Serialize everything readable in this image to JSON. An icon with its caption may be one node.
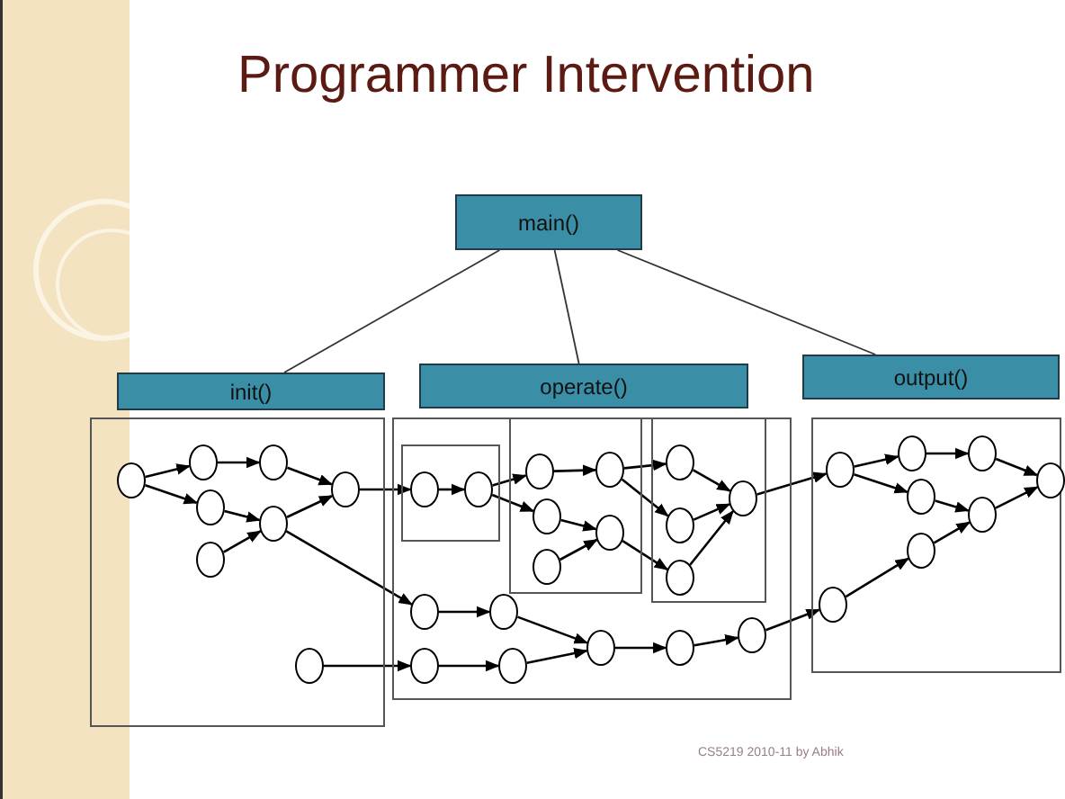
{
  "diagram": {
    "title": "Programmer Intervention",
    "nodes": [
      {
        "text": [
          "main()"
        ]
      },
      {
        "text": [
          "init()"
        ]
      },
      {
        "text": [
          "operate()"
        ]
      },
      {
        "text": [
          "output()"
        ]
      },
      {
        "text": [],
        "shape": "box"
      },
      {
        "text": [],
        "shape": "circle",
        "in": 4
      },
      {
        "text": [],
        "shape": "circle",
        "in": 4
      },
      {
        "text": [],
        "shape": "circle",
        "in": 4
      },
      {
        "text": [],
        "shape": "circle",
        "in": 4
      },
      {
        "text": [],
        "shape": "circle",
        "in": 4
      },
      {
        "text": [],
        "shape": "circle",
        "in": 4
      },
      {
        "text": [],
        "shape": "circle",
        "in": 4
      },
      {
        "text": [],
        "shape": "circle",
        "in": 4
      },
      {
        "text": [],
        "shape": "box"
      },
      {
        "text": [],
        "shape": "box",
        "in": 13
      },
      {
        "text": [],
        "shape": "circle",
        "in": 14
      },
      {
        "text": [],
        "shape": "circle",
        "in": 14
      },
      {
        "text": [],
        "shape": "box",
        "in": 13
      },
      {
        "text": [],
        "shape": "circle",
        "in": 17
      },
      {
        "text": [],
        "shape": "circle",
        "in": 17
      },
      {
        "text": [],
        "shape": "circle",
        "in": 17
      },
      {
        "text": [],
        "shape": "circle",
        "in": 17
      },
      {
        "text": [],
        "shape": "circle",
        "in": 17
      },
      {
        "text": [],
        "shape": "box",
        "in": 13
      },
      {
        "text": [],
        "shape": "circle",
        "in": 23
      },
      {
        "text": [],
        "shape": "circle",
        "in": 23
      },
      {
        "text": [],
        "shape": "circle",
        "in": 23
      },
      {
        "text": [],
        "shape": "circle",
        "in": 23
      },
      {
        "text": [],
        "shape": "circle",
        "in": 13
      },
      {
        "text": [],
        "shape": "circle",
        "in": 13
      },
      {
        "text": [],
        "shape": "circle",
        "in": 13
      },
      {
        "text": [],
        "shape": "circle",
        "in": 13
      },
      {
        "text": [],
        "shape": "circle",
        "in": 13
      },
      {
        "text": [],
        "shape": "circle",
        "in": 13
      },
      {
        "text": [],
        "shape": "circle",
        "in": 13
      },
      {
        "text": [],
        "shape": "box"
      },
      {
        "text": [],
        "shape": "circle",
        "in": 35
      },
      {
        "text": [],
        "shape": "circle",
        "in": 35
      },
      {
        "text": [],
        "shape": "circle",
        "in": 35
      },
      {
        "text": [],
        "shape": "circle",
        "in": 35
      },
      {
        "text": [],
        "shape": "circle",
        "in": 35
      },
      {
        "text": [],
        "shape": "circle",
        "in": 35
      },
      {
        "text": [],
        "shape": "circle",
        "in": 35
      },
      {
        "text": [],
        "shape": "circle",
        "in": 35
      }
    ],
    "edges": [
      {
        "from": 0,
        "to": 1,
        "arrow": "none"
      },
      {
        "from": 0,
        "to": 2,
        "arrow": "none"
      },
      {
        "from": 0,
        "to": 3,
        "arrow": "none"
      },
      {
        "from": 5,
        "to": 6,
        "arrow": "to"
      },
      {
        "from": 5,
        "to": 8,
        "arrow": "to"
      },
      {
        "from": 6,
        "to": 7,
        "arrow": "to"
      },
      {
        "from": 7,
        "to": 11,
        "arrow": "to"
      },
      {
        "from": 8,
        "to": 9,
        "arrow": "to"
      },
      {
        "from": 10,
        "to": 9,
        "arrow": "to"
      },
      {
        "from": 9,
        "to": 11,
        "arrow": "to"
      },
      {
        "from": 11,
        "to": 15,
        "arrow": "to"
      },
      {
        "from": 9,
        "to": 28,
        "arrow": "to"
      },
      {
        "from": 12,
        "to": 30,
        "arrow": "to"
      },
      {
        "from": 15,
        "to": 16,
        "arrow": "to"
      },
      {
        "from": 16,
        "to": 18,
        "arrow": "to"
      },
      {
        "from": 16,
        "to": 20,
        "arrow": "to"
      },
      {
        "from": 18,
        "to": 19,
        "arrow": "to"
      },
      {
        "from": 20,
        "to": 21,
        "arrow": "to"
      },
      {
        "from": 22,
        "to": 21,
        "arrow": "to"
      },
      {
        "from": 19,
        "to": 24,
        "arrow": "to"
      },
      {
        "from": 19,
        "to": 25,
        "arrow": "to"
      },
      {
        "from": 21,
        "to": 26,
        "arrow": "to"
      },
      {
        "from": 24,
        "to": 27,
        "arrow": "to"
      },
      {
        "from": 25,
        "to": 27,
        "arrow": "to"
      },
      {
        "from": 26,
        "to": 27,
        "arrow": "to"
      },
      {
        "from": 27,
        "to": 36,
        "arrow": "to"
      },
      {
        "from": 28,
        "to": 29,
        "arrow": "to"
      },
      {
        "from": 29,
        "to": 32,
        "arrow": "to"
      },
      {
        "from": 30,
        "to": 31,
        "arrow": "to"
      },
      {
        "from": 31,
        "to": 32,
        "arrow": "to"
      },
      {
        "from": 32,
        "to": 33,
        "arrow": "to"
      },
      {
        "from": 33,
        "to": 34,
        "arrow": "to"
      },
      {
        "from": 34,
        "to": 43,
        "arrow": "to"
      },
      {
        "from": 36,
        "to": 37,
        "arrow": "to"
      },
      {
        "from": 36,
        "to": 39,
        "arrow": "to"
      },
      {
        "from": 37,
        "to": 38,
        "arrow": "to"
      },
      {
        "from": 38,
        "to": 42,
        "arrow": "to"
      },
      {
        "from": 39,
        "to": 40,
        "arrow": "to"
      },
      {
        "from": 41,
        "to": 40,
        "arrow": "to"
      },
      {
        "from": 40,
        "to": 42,
        "arrow": "to"
      },
      {
        "from": 43,
        "to": 41,
        "arrow": "to"
      }
    ],
    "labels": [
      "CS5219 2010-11 by Abhik"
    ]
  }
}
